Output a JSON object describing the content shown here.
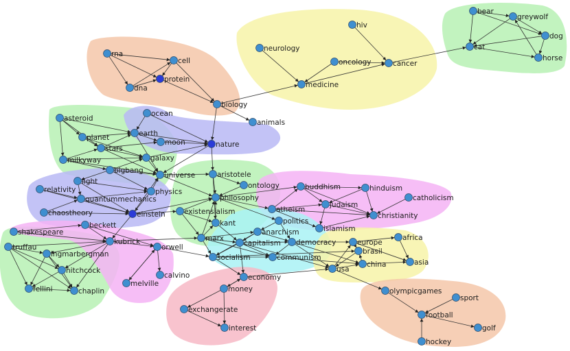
{
  "colors": {
    "node": "#3f8fd0",
    "node_dark": "#2a3bd8",
    "edge": "#333333",
    "label": "#1a1a1a"
  },
  "clusters": [
    {
      "id": "biology",
      "color": "#f5c7a9"
    },
    {
      "id": "medicine",
      "color": "#f7f3a8"
    },
    {
      "id": "animals",
      "color": "#b7f1b4"
    },
    {
      "id": "space",
      "color": "#b7f1b4"
    },
    {
      "id": "nature",
      "color": "#b9b9f5"
    },
    {
      "id": "science",
      "color": "#b9b9f5"
    },
    {
      "id": "philosophy",
      "color": "#b7f1b4"
    },
    {
      "id": "religion",
      "color": "#f5b3f5"
    },
    {
      "id": "politics",
      "color": "#a9f2f5"
    },
    {
      "id": "geo",
      "color": "#f7f3a8"
    },
    {
      "id": "cinema",
      "color": "#b7f1b4"
    },
    {
      "id": "literature",
      "color": "#f5b3f5"
    },
    {
      "id": "economy",
      "color": "#f7b8c6"
    },
    {
      "id": "sport",
      "color": "#f5c7a9"
    }
  ],
  "nodes": [
    {
      "id": "rna",
      "label": "rna"
    },
    {
      "id": "cell",
      "label": "cell"
    },
    {
      "id": "protein",
      "label": "protein"
    },
    {
      "id": "dna",
      "label": "dna"
    },
    {
      "id": "biology",
      "label": "biology"
    },
    {
      "id": "animals",
      "label": "animals"
    },
    {
      "id": "neurology",
      "label": "neurology"
    },
    {
      "id": "hiv",
      "label": "hiv"
    },
    {
      "id": "oncology",
      "label": "oncology"
    },
    {
      "id": "cancer",
      "label": "cancer"
    },
    {
      "id": "medicine",
      "label": "medicine"
    },
    {
      "id": "bear",
      "label": "bear"
    },
    {
      "id": "greywolf",
      "label": "greywolf"
    },
    {
      "id": "dog",
      "label": "dog"
    },
    {
      "id": "cat",
      "label": "cat"
    },
    {
      "id": "horse",
      "label": "horse"
    },
    {
      "id": "ocean",
      "label": "ocean"
    },
    {
      "id": "earth",
      "label": "earth"
    },
    {
      "id": "moon",
      "label": "moon"
    },
    {
      "id": "nature",
      "label": "nature"
    },
    {
      "id": "asteroid",
      "label": "asteroid"
    },
    {
      "id": "planet",
      "label": "planet"
    },
    {
      "id": "stars",
      "label": "stars"
    },
    {
      "id": "galaxy",
      "label": "galaxy"
    },
    {
      "id": "milkyway",
      "label": "milkyway"
    },
    {
      "id": "bigbang",
      "label": "bigbang"
    },
    {
      "id": "universe",
      "label": "universe"
    },
    {
      "id": "light",
      "label": "light"
    },
    {
      "id": "physics",
      "label": "physics"
    },
    {
      "id": "relativity",
      "label": "relativity"
    },
    {
      "id": "quantummechanics",
      "label": "quantummechanics"
    },
    {
      "id": "chaostheory",
      "label": "chaostheory"
    },
    {
      "id": "einstein",
      "label": "einstein"
    },
    {
      "id": "aristotele",
      "label": "aristotele"
    },
    {
      "id": "ontology",
      "label": "ontology"
    },
    {
      "id": "philosophy",
      "label": "philosophy"
    },
    {
      "id": "existensialism",
      "label": "existensialism"
    },
    {
      "id": "kant",
      "label": "kant"
    },
    {
      "id": "marx",
      "label": "marx"
    },
    {
      "id": "buddhism",
      "label": "buddhism"
    },
    {
      "id": "hinduism",
      "label": "hinduism"
    },
    {
      "id": "catholicism",
      "label": "catholicism"
    },
    {
      "id": "atheism",
      "label": "atheism"
    },
    {
      "id": "judaism",
      "label": "judaism"
    },
    {
      "id": "christianity",
      "label": "christianity"
    },
    {
      "id": "islamism",
      "label": "islamism"
    },
    {
      "id": "politics",
      "label": "politics"
    },
    {
      "id": "anarchism",
      "label": "anarchism"
    },
    {
      "id": "democracy",
      "label": "democracy"
    },
    {
      "id": "capitalism",
      "label": "capitalism"
    },
    {
      "id": "socialism",
      "label": "socialism"
    },
    {
      "id": "communism",
      "label": "communism"
    },
    {
      "id": "europe",
      "label": "europe"
    },
    {
      "id": "africa",
      "label": "africa"
    },
    {
      "id": "brasil",
      "label": "brasil"
    },
    {
      "id": "china",
      "label": "china"
    },
    {
      "id": "asia",
      "label": "asia"
    },
    {
      "id": "usa",
      "label": "usa"
    },
    {
      "id": "shakespeare",
      "label": "shakespeare"
    },
    {
      "id": "beckett",
      "label": "beckett"
    },
    {
      "id": "truffau",
      "label": "truffau"
    },
    {
      "id": "kubrick",
      "label": "kubrick"
    },
    {
      "id": "orwell",
      "label": "orwell"
    },
    {
      "id": "ingmarbergman",
      "label": "ingmarbergman"
    },
    {
      "id": "hitchcock",
      "label": "hitchcock"
    },
    {
      "id": "fellini",
      "label": "fellini"
    },
    {
      "id": "chaplin",
      "label": "chaplin"
    },
    {
      "id": "melville",
      "label": "melville"
    },
    {
      "id": "calvino",
      "label": "calvino"
    },
    {
      "id": "economy",
      "label": "economy"
    },
    {
      "id": "money",
      "label": "money"
    },
    {
      "id": "exchangerate",
      "label": "exchangerate"
    },
    {
      "id": "interest",
      "label": "interest"
    },
    {
      "id": "olympicgames",
      "label": "olympicgames"
    },
    {
      "id": "sport",
      "label": "sport"
    },
    {
      "id": "football",
      "label": "football"
    },
    {
      "id": "golf",
      "label": "golf"
    },
    {
      "id": "hockey",
      "label": "hockey"
    }
  ],
  "edges": [
    [
      "rna",
      "cell"
    ],
    [
      "rna",
      "protein"
    ],
    [
      "rna",
      "dna"
    ],
    [
      "dna",
      "protein"
    ],
    [
      "cell",
      "protein"
    ],
    [
      "cell",
      "biology"
    ],
    [
      "dna",
      "cell"
    ],
    [
      "protein",
      "biology"
    ],
    [
      "biology",
      "medicine"
    ],
    [
      "biology",
      "animals"
    ],
    [
      "biology",
      "nature"
    ],
    [
      "neurology",
      "medicine"
    ],
    [
      "oncology",
      "medicine"
    ],
    [
      "hiv",
      "cancer"
    ],
    [
      "medicine",
      "cancer"
    ],
    [
      "oncology",
      "cancer"
    ],
    [
      "cancer",
      "cat"
    ],
    [
      "bear",
      "greywolf"
    ],
    [
      "bear",
      "cat"
    ],
    [
      "bear",
      "dog"
    ],
    [
      "greywolf",
      "dog"
    ],
    [
      "greywolf",
      "cat"
    ],
    [
      "dog",
      "cat"
    ],
    [
      "cat",
      "horse"
    ],
    [
      "horse",
      "greywolf"
    ],
    [
      "dog",
      "horse"
    ],
    [
      "ocean",
      "earth"
    ],
    [
      "ocean",
      "nature"
    ],
    [
      "earth",
      "moon"
    ],
    [
      "moon",
      "nature"
    ],
    [
      "earth",
      "nature"
    ],
    [
      "galaxy",
      "nature"
    ],
    [
      "nature",
      "universe"
    ],
    [
      "nature",
      "aristotele"
    ],
    [
      "asteroid",
      "planet"
    ],
    [
      "asteroid",
      "stars"
    ],
    [
      "asteroid",
      "milkyway"
    ],
    [
      "asteroid",
      "earth"
    ],
    [
      "planet",
      "earth"
    ],
    [
      "planet",
      "stars"
    ],
    [
      "stars",
      "galaxy"
    ],
    [
      "stars",
      "universe"
    ],
    [
      "stars",
      "earth"
    ],
    [
      "stars",
      "moon"
    ],
    [
      "milkyway",
      "galaxy"
    ],
    [
      "milkyway",
      "stars"
    ],
    [
      "milkyway",
      "bigbang"
    ],
    [
      "bigbang",
      "universe"
    ],
    [
      "bigbang",
      "galaxy"
    ],
    [
      "bigbang",
      "physics"
    ],
    [
      "bigbang",
      "light"
    ],
    [
      "galaxy",
      "universe"
    ],
    [
      "earth",
      "universe"
    ],
    [
      "planet",
      "galaxy"
    ],
    [
      "milkyway",
      "universe"
    ],
    [
      "light",
      "physics"
    ],
    [
      "light",
      "quantummechanics"
    ],
    [
      "light",
      "einstein"
    ],
    [
      "relativity",
      "quantummechanics"
    ],
    [
      "relativity",
      "einstein"
    ],
    [
      "quantummechanics",
      "physics"
    ],
    [
      "quantummechanics",
      "einstein"
    ],
    [
      "chaostheory",
      "quantummechanics"
    ],
    [
      "chaostheory",
      "einstein"
    ],
    [
      "physics",
      "einstein"
    ],
    [
      "physics",
      "universe"
    ],
    [
      "einstein",
      "universe"
    ],
    [
      "einstein",
      "kubrick"
    ],
    [
      "einstein",
      "existensialism"
    ],
    [
      "einstein",
      "philosophy"
    ],
    [
      "aristotele",
      "philosophy"
    ],
    [
      "aristotele",
      "ontology"
    ],
    [
      "aristotele",
      "kant"
    ],
    [
      "ontology",
      "philosophy"
    ],
    [
      "existensialism",
      "philosophy"
    ],
    [
      "existensialism",
      "kant"
    ],
    [
      "existensialism",
      "marx"
    ],
    [
      "kant",
      "philosophy"
    ],
    [
      "marx",
      "philosophy"
    ],
    [
      "marx",
      "kant"
    ],
    [
      "universe",
      "aristotele"
    ],
    [
      "universe",
      "philosophy"
    ],
    [
      "philosophy",
      "atheism"
    ],
    [
      "philosophy",
      "buddhism"
    ],
    [
      "philosophy",
      "politics"
    ],
    [
      "buddhism",
      "hinduism"
    ],
    [
      "buddhism",
      "judaism"
    ],
    [
      "hinduism",
      "christianity"
    ],
    [
      "catholicism",
      "christianity"
    ],
    [
      "atheism",
      "judaism"
    ],
    [
      "atheism",
      "christianity"
    ],
    [
      "judaism",
      "christianity"
    ],
    [
      "islamism",
      "christianity"
    ],
    [
      "atheism",
      "buddhism"
    ],
    [
      "atheism",
      "islamism"
    ],
    [
      "judaism",
      "islamism"
    ],
    [
      "buddhism",
      "christianity"
    ],
    [
      "hinduism",
      "judaism"
    ],
    [
      "politics",
      "anarchism"
    ],
    [
      "politics",
      "democracy"
    ],
    [
      "anarchism",
      "capitalism"
    ],
    [
      "anarchism",
      "socialism"
    ],
    [
      "anarchism",
      "democracy"
    ],
    [
      "capitalism",
      "socialism"
    ],
    [
      "capitalism",
      "communism"
    ],
    [
      "capitalism",
      "democracy"
    ],
    [
      "socialism",
      "communism"
    ],
    [
      "democracy",
      "communism"
    ],
    [
      "marx",
      "socialism"
    ],
    [
      "marx",
      "communism"
    ],
    [
      "marx",
      "capitalism"
    ],
    [
      "marx",
      "anarchism"
    ],
    [
      "kant",
      "capitalism"
    ],
    [
      "democracy",
      "europe"
    ],
    [
      "democracy",
      "usa"
    ],
    [
      "democracy",
      "china"
    ],
    [
      "europe",
      "africa"
    ],
    [
      "europe",
      "asia"
    ],
    [
      "europe",
      "brasil"
    ],
    [
      "china",
      "brasil"
    ],
    [
      "china",
      "asia"
    ],
    [
      "brasil",
      "usa"
    ],
    [
      "usa",
      "china"
    ],
    [
      "africa",
      "asia"
    ],
    [
      "usa",
      "europe"
    ],
    [
      "communism",
      "china"
    ],
    [
      "capitalism",
      "usa"
    ],
    [
      "socialism",
      "brasil"
    ],
    [
      "usa",
      "olympicgames"
    ],
    [
      "socialism",
      "economy"
    ],
    [
      "capitalism",
      "economy"
    ],
    [
      "economy",
      "money"
    ],
    [
      "money",
      "exchangerate"
    ],
    [
      "money",
      "interest"
    ],
    [
      "exchangerate",
      "interest"
    ],
    [
      "economy",
      "usa"
    ],
    [
      "money",
      "economy"
    ],
    [
      "olympicgames",
      "football"
    ],
    [
      "sport",
      "football"
    ],
    [
      "football",
      "golf"
    ],
    [
      "hockey",
      "football"
    ],
    [
      "shakespeare",
      "kubrick"
    ],
    [
      "beckett",
      "kubrick"
    ],
    [
      "truffau",
      "ingmarbergman"
    ],
    [
      "truffau",
      "hitchcock"
    ],
    [
      "truffau",
      "fellini"
    ],
    [
      "truffau",
      "chaplin"
    ],
    [
      "ingmarbergman",
      "hitchcock"
    ],
    [
      "ingmarbergman",
      "fellini"
    ],
    [
      "ingmarbergman",
      "chaplin"
    ],
    [
      "hitchcock",
      "fellini"
    ],
    [
      "hitchcock",
      "chaplin"
    ],
    [
      "fellini",
      "chaplin"
    ],
    [
      "kubrick",
      "hitchcock"
    ],
    [
      "kubrick",
      "chaplin"
    ],
    [
      "kubrick",
      "ingmarbergman"
    ],
    [
      "kubrick",
      "orwell"
    ],
    [
      "orwell",
      "melville"
    ],
    [
      "orwell",
      "calvino"
    ],
    [
      "melville",
      "orwell"
    ],
    [
      "beckett",
      "orwell"
    ],
    [
      "orwell",
      "socialism"
    ],
    [
      "kubrick",
      "marx"
    ],
    [
      "truffau",
      "kubrick"
    ],
    [
      "shakespeare",
      "beckett"
    ]
  ]
}
